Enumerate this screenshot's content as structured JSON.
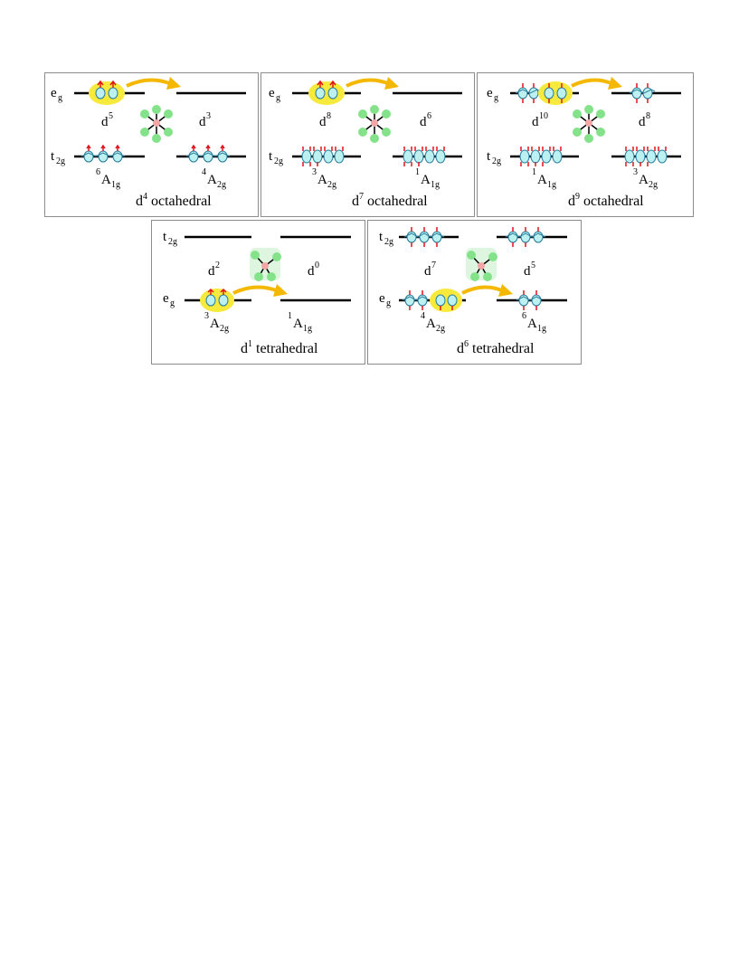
{
  "palette": {
    "orbital_fill": "#bdf1f1",
    "orbital_stroke": "#2a7f9e",
    "spin_arrow": "#e0141e",
    "highlight": "#f7ea3c",
    "transfer_arrow": "#f5b800",
    "ligand": "#84e38a",
    "metal": "#f2a7a7",
    "panel_border": "#8c8c8c"
  },
  "panels": [
    {
      "id": "d4-octahedral",
      "eg_label": "e",
      "eg_sub": "g",
      "t2g_label": "t",
      "t2g_sub": "2g",
      "left_count": "d",
      "left_count_sup": "5",
      "right_count": "d",
      "right_count_sup": "3",
      "left_term": "A",
      "left_term_sup": "6",
      "left_term_sub": "1g",
      "right_term": "A",
      "right_term_sup": "4",
      "right_term_sub": "2g",
      "title_d": "d",
      "title_sup": "4",
      "title_text": " octahedral",
      "icon": "octahedral-molecule-icon"
    },
    {
      "id": "d7-octahedral",
      "eg_label": "e",
      "eg_sub": "g",
      "t2g_label": "t",
      "t2g_sub": "2g",
      "left_count": "d",
      "left_count_sup": "8",
      "right_count": "d",
      "right_count_sup": "6",
      "left_term": "A",
      "left_term_sup": "3",
      "left_term_sub": "2g",
      "right_term": "A",
      "right_term_sup": "1",
      "right_term_sub": "1g",
      "title_d": "d",
      "title_sup": "7",
      "title_text": " octahedral",
      "icon": "octahedral-molecule-icon"
    },
    {
      "id": "d9-octahedral",
      "eg_label": "e",
      "eg_sub": "g",
      "t2g_label": "t",
      "t2g_sub": "2g",
      "left_count": "d",
      "left_count_sup": "10",
      "right_count": "d",
      "right_count_sup": "8",
      "left_term": "A",
      "left_term_sup": "1",
      "left_term_sub": "1g",
      "right_term": "A",
      "right_term_sup": "3",
      "right_term_sub": "2g",
      "title_d": "d",
      "title_sup": "9",
      "title_text": " octahedral",
      "icon": "octahedral-molecule-icon"
    },
    {
      "id": "d1-tetrahedral",
      "eg_label": "e",
      "eg_sub": "g",
      "t2g_label": "t",
      "t2g_sub": "2g",
      "left_count": "d",
      "left_count_sup": "2",
      "right_count": "d",
      "right_count_sup": "0",
      "left_term": "A",
      "left_term_sup": "3",
      "left_term_sub": "2g",
      "right_term": "A",
      "right_term_sup": "1",
      "right_term_sub": "1g",
      "title_d": "d",
      "title_sup": "1",
      "title_text": " tetrahedral",
      "icon": "tetrahedral-molecule-icon"
    },
    {
      "id": "d6-tetrahedral",
      "eg_label": "e",
      "eg_sub": "g",
      "t2g_label": "t",
      "t2g_sub": "2g",
      "left_count": "d",
      "left_count_sup": "7",
      "right_count": "d",
      "right_count_sup": "5",
      "left_term": "A",
      "left_term_sup": "4",
      "left_term_sub": "2g",
      "right_term": "A",
      "right_term_sup": "6",
      "right_term_sub": "1g",
      "title_d": "d",
      "title_sup": "6",
      "title_text": " tetrahedral",
      "icon": "tetrahedral-molecule-icon"
    }
  ]
}
